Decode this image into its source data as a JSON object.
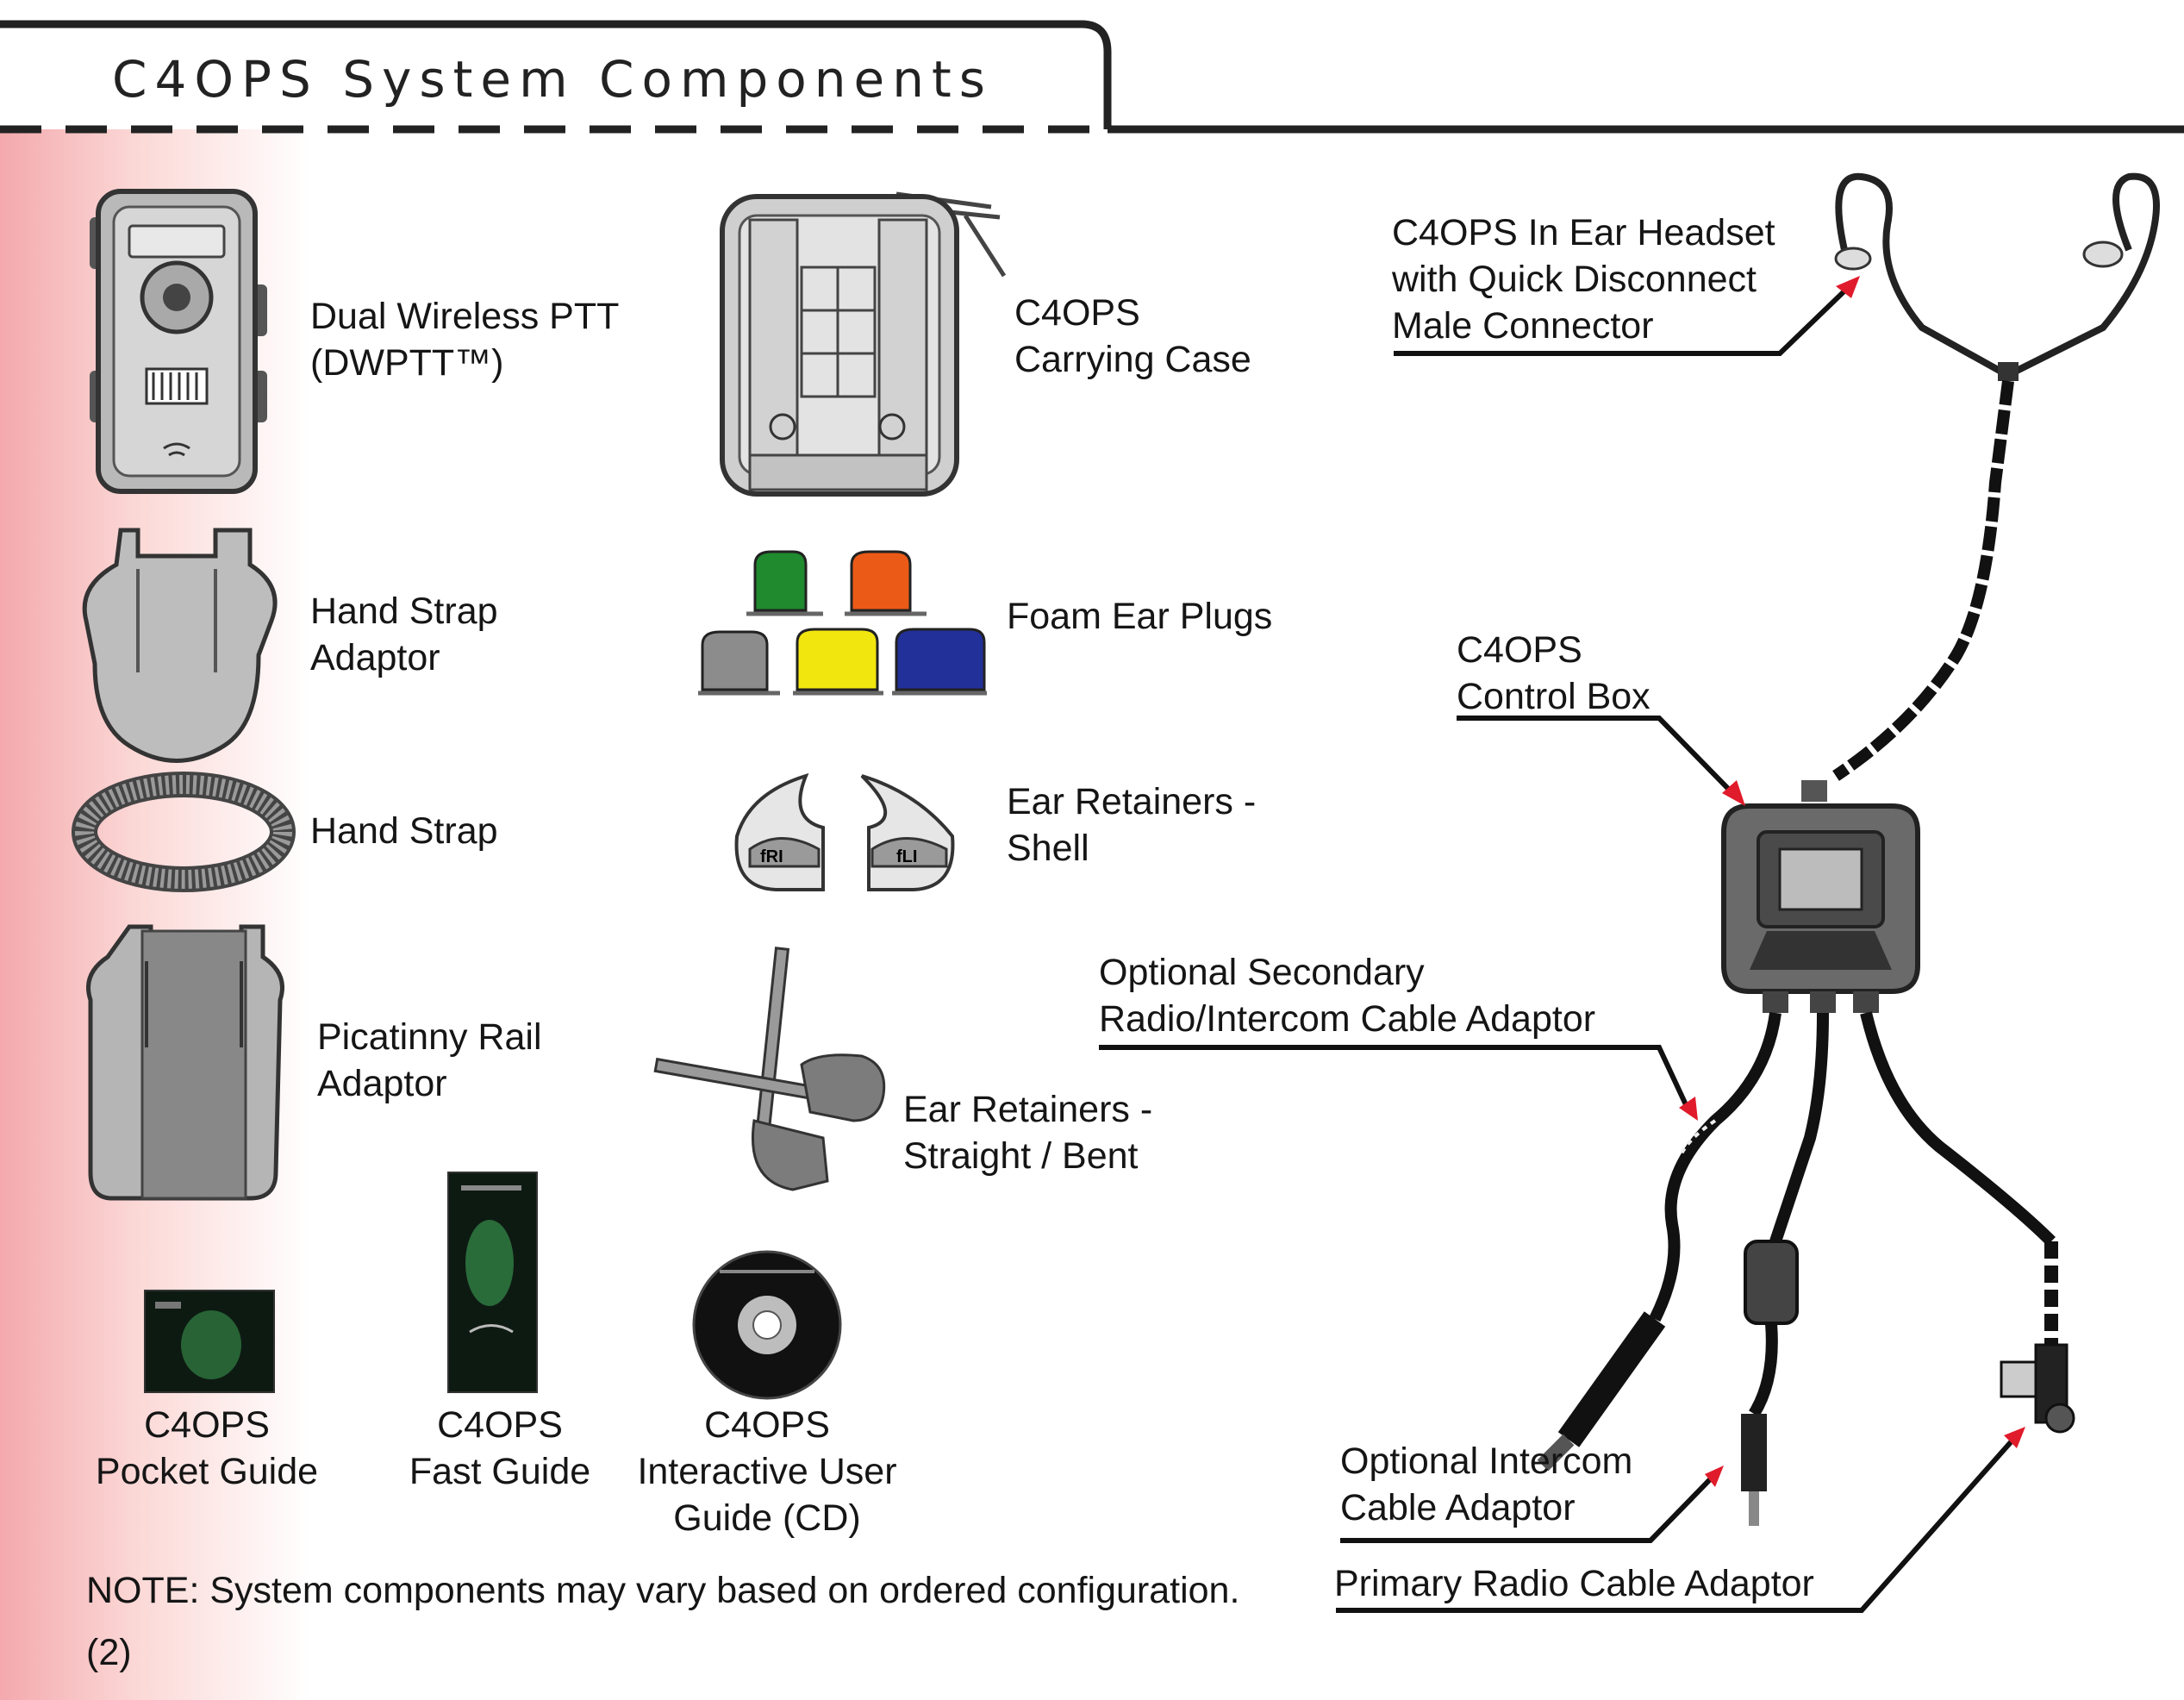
{
  "page": {
    "title": "C4OPS System Components",
    "page_number": "(2)",
    "note": "NOTE: System components may vary based on ordered configuration."
  },
  "components": [
    {
      "id": "dwptt",
      "lines": [
        "Dual Wireless PTT",
        "(DWPTT™)"
      ]
    },
    {
      "id": "hand_strap_adaptor",
      "lines": [
        "Hand Strap",
        "Adaptor"
      ]
    },
    {
      "id": "hand_strap",
      "lines": [
        "Hand Strap"
      ]
    },
    {
      "id": "picatinny",
      "lines": [
        "Picatinny Rail",
        "Adaptor"
      ]
    },
    {
      "id": "carrying_case",
      "lines": [
        "C4OPS",
        "Carrying Case"
      ]
    },
    {
      "id": "foam_ear_plugs",
      "lines": [
        "Foam Ear Plugs"
      ]
    },
    {
      "id": "ear_retainers_shell",
      "lines": [
        "Ear Retainers -",
        "Shell"
      ]
    },
    {
      "id": "ear_retainers_straight",
      "lines": [
        "Ear Retainers -",
        "Straight / Bent"
      ]
    },
    {
      "id": "pocket_guide",
      "lines": [
        "C4OPS",
        "Pocket Guide"
      ]
    },
    {
      "id": "fast_guide",
      "lines": [
        "C4OPS",
        "Fast Guide"
      ]
    },
    {
      "id": "user_guide_cd",
      "lines": [
        "C4OPS",
        "Interactive User",
        "Guide (CD)"
      ]
    }
  ],
  "callouts": [
    {
      "id": "headset",
      "lines": [
        "C4OPS In Ear Headset",
        "with Quick Disconnect",
        "Male Connector"
      ]
    },
    {
      "id": "control_box",
      "lines": [
        "C4OPS",
        "Control Box"
      ]
    },
    {
      "id": "secondary_adaptor",
      "lines": [
        "Optional Secondary",
        "Radio/Intercom Cable Adaptor"
      ]
    },
    {
      "id": "intercom_adaptor",
      "lines": [
        "Optional Intercom",
        "Cable Adaptor"
      ]
    },
    {
      "id": "primary_adaptor",
      "lines": [
        "Primary Radio Cable Adaptor"
      ]
    }
  ],
  "colors": {
    "accent_arrow": "#e01b2b",
    "sidebar_gradient": "#f4a9ad",
    "plug_green": "#1f8a2e",
    "plug_orange": "#ec5a17",
    "plug_gray": "#8c8c8c",
    "plug_yellow": "#f2e60f",
    "plug_blue": "#22309a"
  },
  "icons": [
    "dwptt-device-icon",
    "hand-strap-adaptor-icon",
    "hand-strap-icon",
    "picatinny-adaptor-icon",
    "carrying-case-icon",
    "foam-ear-plugs-icon",
    "ear-retainer-shell-icon",
    "ear-retainer-straight-icon",
    "pocket-guide-icon",
    "fast-guide-icon",
    "cd-icon",
    "headset-icon",
    "control-box-icon",
    "cable-adaptor-icon"
  ]
}
